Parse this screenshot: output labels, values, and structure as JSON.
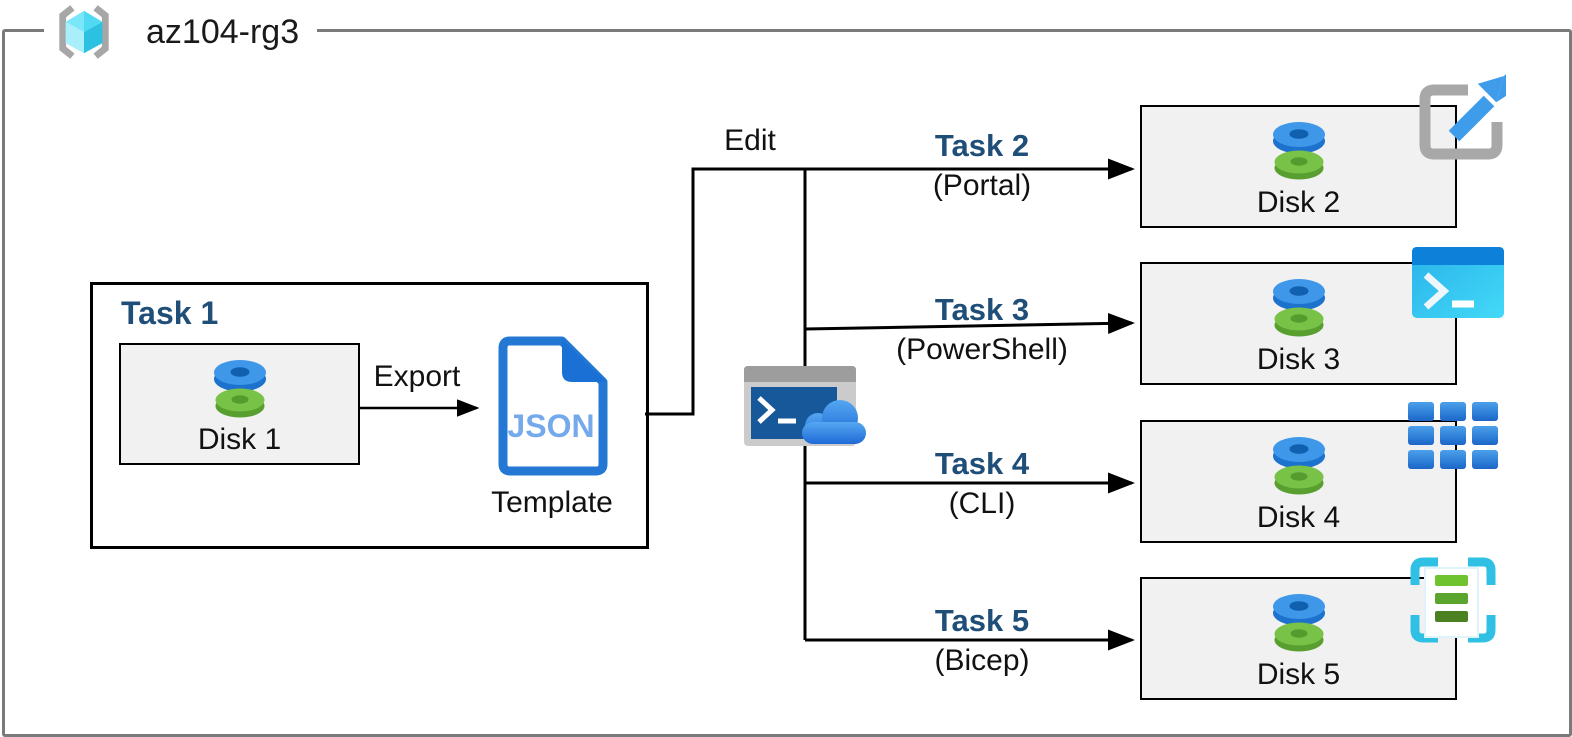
{
  "diagram": {
    "resource_group": "az104-rg3",
    "task1": {
      "title": "Task 1",
      "disk": "Disk 1",
      "export_label": "Export",
      "json_badge": "JSON",
      "template_label": "Template"
    },
    "edit_label": "Edit",
    "branches": [
      {
        "task": "Task 2",
        "method": "(Portal)",
        "disk": "Disk 2",
        "icon": "azure-portal-icon"
      },
      {
        "task": "Task 3",
        "method": "(PowerShell)",
        "disk": "Disk 3",
        "icon": "powershell-icon"
      },
      {
        "task": "Task 4",
        "method": "(CLI)",
        "disk": "Disk 4",
        "icon": "azure-cli-icon"
      },
      {
        "task": "Task 5",
        "method": "(Bicep)",
        "disk": "Disk 5",
        "icon": "bicep-icon"
      }
    ],
    "middle_icon": "cloud-shell-icon",
    "colors": {
      "task_heading": "#1f4e79",
      "outer_border": "#7a7a7a",
      "box_border": "#000000",
      "disk_box_fill": "#f1f1f1",
      "connector": "#000000",
      "disk_blue": "#3e97e8",
      "disk_green": "#78c247",
      "json_blue": "#2478d4",
      "json_text": "#74aaec",
      "rg_cube_cyan": "#50d9f2",
      "bracket_gray": "#a6a6a6",
      "powershell_blue": "#0d80da",
      "cli_blue": "#2f83da",
      "bicep_cyan": "#2fc0e4",
      "bicep_green": "#5ba52e",
      "shell_screen": "#16589a",
      "cloud_blue": "#2e81e8"
    }
  }
}
